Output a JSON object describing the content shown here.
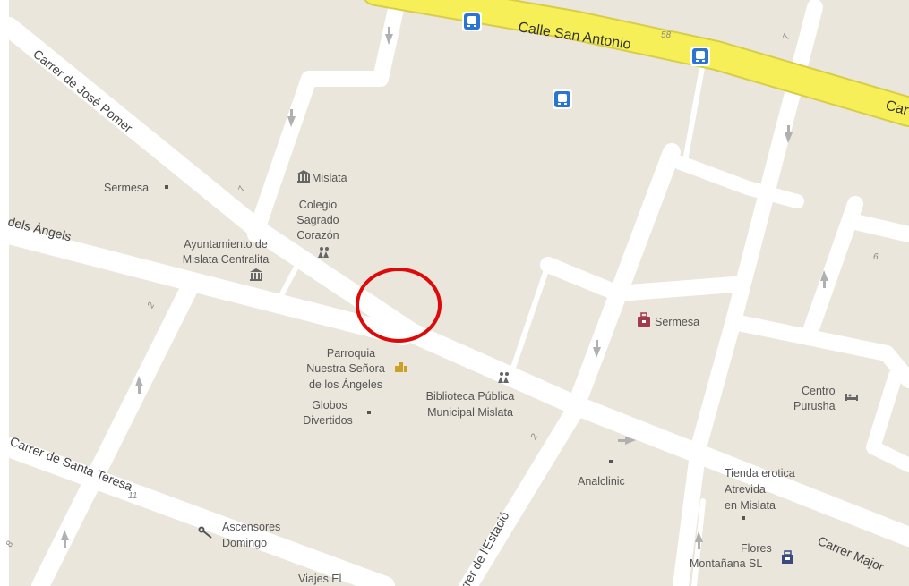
{
  "streets": {
    "calle_san_antonio": "Calle San Antonio",
    "calle_san_antonio_cont": "Car",
    "jose_pomer": "Carrer de José Pomer",
    "angels": "dels Àngels",
    "santa_teresa": "Carrer de Santa Teresa",
    "estacio": "rrer de l'Estació",
    "major": "Carrer Major"
  },
  "places": {
    "sermesa_top": "Sermesa",
    "mislata": "Mislata",
    "colegio_1": "Colegio",
    "colegio_2": "Sagrado",
    "colegio_3": "Corazón",
    "ayuntamiento_1": "Ayuntamiento de",
    "ayuntamiento_2": "Mislata Centralita",
    "parroquia_1": "Parroquia",
    "parroquia_2": "Nuestra Señora",
    "parroquia_3": "de los Ángeles",
    "biblioteca_1": "Biblioteca Pública",
    "biblioteca_2": "Municipal Mislata",
    "globos_1": "Globos",
    "globos_2": "Divertidos",
    "sermesa_right": "Sermesa",
    "centro_1": "Centro",
    "centro_2": "Purusha",
    "analclinic": "Analclinic",
    "tienda_1": "Tienda erotica",
    "tienda_2": "Atrevida",
    "tienda_3": "en Mislata",
    "flores_1": "Flores",
    "flores_2": "Montañana SL",
    "ascensores_1": "Ascensores",
    "ascensores_2": "Domingo",
    "viajes": "Viajes El"
  },
  "house_numbers": {
    "n58": "58",
    "n7a": "7",
    "n7b": "7",
    "n6": "6",
    "n2a": "2",
    "n2b": "2",
    "n11": "11",
    "n8": "8"
  },
  "colors": {
    "land": "#ebe6dc",
    "road": "#ffffff",
    "main_road": "#f6ef58",
    "highlight_circle": "#dd0a0a",
    "bus_icon": "#2a74d3"
  },
  "icons": [
    "bus-stop-icon",
    "museum-icon",
    "school-icon",
    "church-icon",
    "shop-icon",
    "hotel-icon",
    "bag-icon",
    "repair-icon",
    "poi-dot-icon",
    "one-way-arrow-icon"
  ]
}
